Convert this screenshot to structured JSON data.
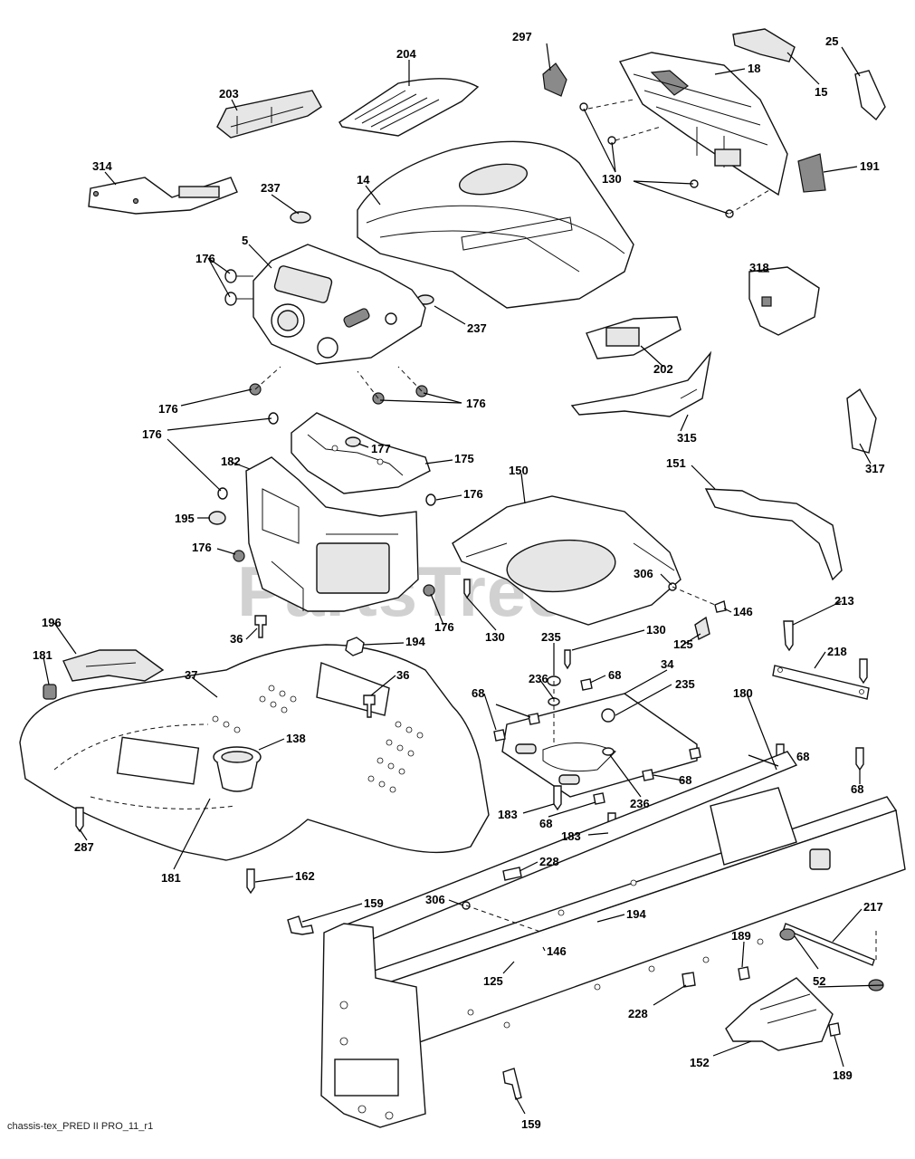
{
  "diagram": {
    "footer_code": "chassis-tex_PRED II PRO_11_r1",
    "watermark": "PartsTree",
    "callouts": {
      "c204": "204",
      "c297": "297",
      "c25": "25",
      "c18": "18",
      "c203": "203",
      "c15": "15",
      "c314": "314",
      "c237a": "237",
      "c14": "14",
      "c130a": "130",
      "c191": "191",
      "c176a": "176",
      "c5": "5",
      "c237b": "237",
      "c202": "202",
      "c318": "318",
      "c176b": "176",
      "c176c": "176",
      "c315": "315",
      "c176d": "176",
      "c177": "177",
      "c182": "182",
      "c175": "175",
      "c150": "150",
      "c151": "151",
      "c317": "317",
      "c176e": "176",
      "c195": "195",
      "c176f": "176",
      "c306a": "306",
      "c146a": "146",
      "c176g": "176",
      "c130b": "130",
      "c213": "213",
      "c196": "196",
      "c36a": "36",
      "c194a": "194",
      "c235a": "235",
      "c130c": "130",
      "c125a": "125",
      "c181a": "181",
      "c37": "37",
      "c36b": "36",
      "c236a": "236",
      "c68a": "68",
      "c34": "34",
      "c218": "218",
      "c68b": "68",
      "c235b": "235",
      "c180": "180",
      "c68c": "68",
      "c138": "138",
      "c68d": "68",
      "c183a": "183",
      "c68e": "68",
      "c236b": "236",
      "c183b": "183",
      "c68f": "68",
      "c287": "287",
      "c181b": "181",
      "c162": "162",
      "c228a": "228",
      "c159a": "159",
      "c306b": "306",
      "c194b": "194",
      "c217": "217",
      "c146b": "146",
      "c189a": "189",
      "c52": "52",
      "c125b": "125",
      "c228b": "228",
      "c152": "152",
      "c189b": "189",
      "c159b": "159"
    }
  }
}
